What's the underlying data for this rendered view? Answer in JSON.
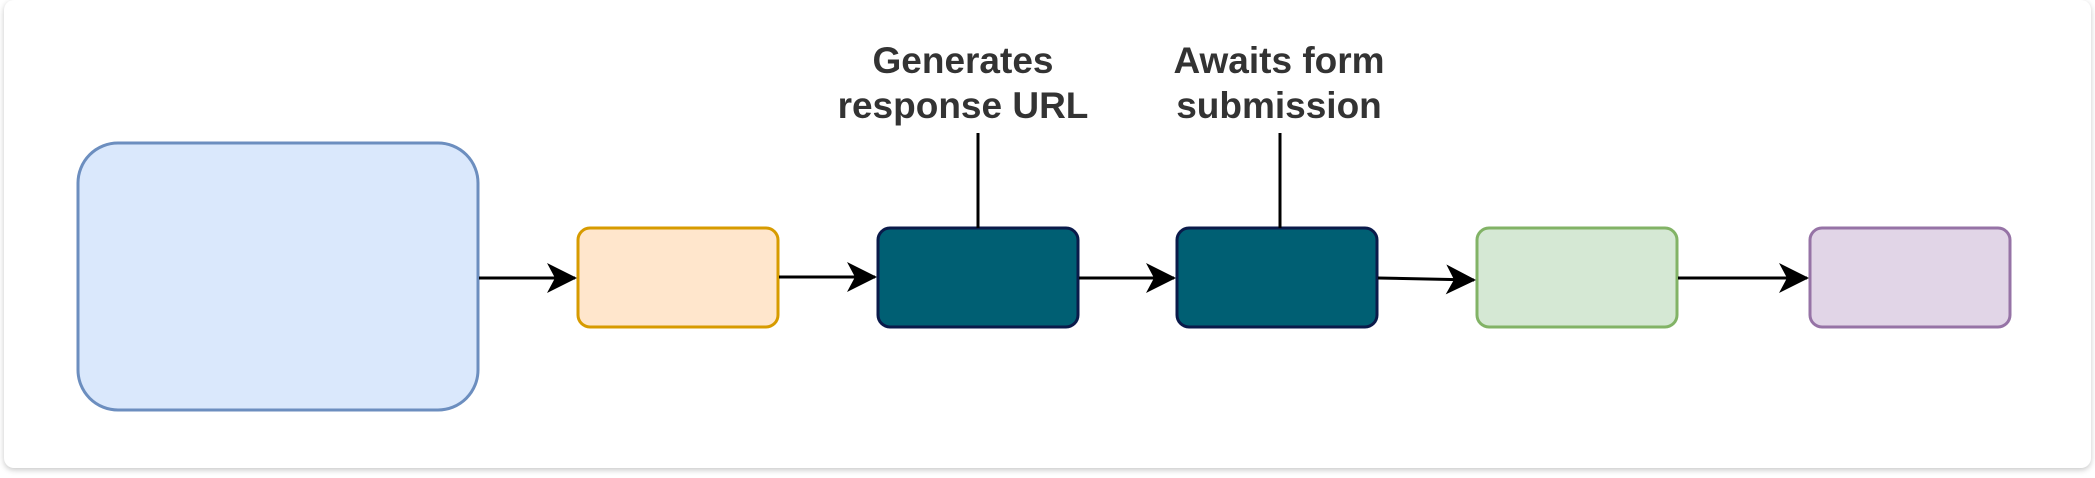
{
  "labels": {
    "generates_line1": "Generates",
    "generates_line2": "response URL",
    "awaits_line1": "Awaits form",
    "awaits_line2": "submission"
  },
  "colors": {
    "big_fill": "#dae8fc",
    "big_stroke": "#6c8ebf",
    "orange_fill": "#ffe6cc",
    "orange_stroke": "#d79b00",
    "teal_fill": "#005f73",
    "teal_stroke": "#0a1a4a",
    "green_fill": "#d5e8d4",
    "green_stroke": "#82b366",
    "purple_fill": "#e1d5e7",
    "purple_stroke": "#9673a6",
    "edge": "#000000",
    "text": "#333333"
  }
}
